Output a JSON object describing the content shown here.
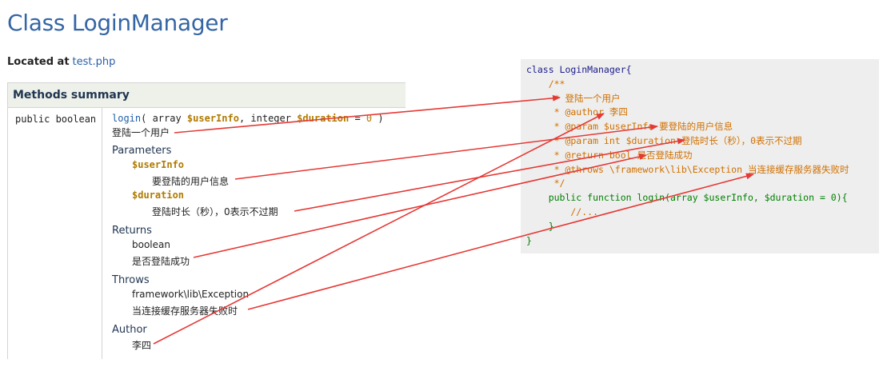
{
  "page": {
    "title": "Class LoginManager",
    "located_label": "Located at",
    "located_link": "test.php"
  },
  "summary": {
    "header": "Methods summary",
    "modifier": "public boolean",
    "signature": {
      "name": "login",
      "open": "( array ",
      "param1": "$userInfo",
      "mid": ", integer ",
      "param2": "$duration",
      "eq": " = ",
      "default": "0",
      "close": " )"
    },
    "description": "登陆一个用户",
    "parameters_label": "Parameters",
    "parameters": [
      {
        "name": "$userInfo",
        "desc": "要登陆的用户信息"
      },
      {
        "name": "$duration",
        "desc": "登陆时长（秒），0表示不过期"
      }
    ],
    "returns_label": "Returns",
    "returns_type": "boolean",
    "returns_desc": "是否登陆成功",
    "throws_label": "Throws",
    "throws_type": "framework\\lib\\Exception",
    "throws_desc": "当连接缓存服务器失败时",
    "author_label": "Author",
    "author": "李四"
  },
  "code": {
    "lines": [
      "class LoginManager{",
      "    /**",
      "     * 登陆一个用户",
      "     * @author 李四",
      "     * @param $userInfo 要登陆的用户信息",
      "     * @param int $duration 登陆时长（秒），0表示不过期",
      "     * @return bool 是否登陆成功",
      "     * @throws \\framework\\lib\\Exception 当连接缓存服务器失败时",
      "     */",
      "    public function login(array $userInfo, $duration = 0){",
      "        //...",
      "    }",
      "}"
    ]
  },
  "colors": {
    "arrow": "#e53935",
    "title": "#3465a4",
    "code_bg": "#eeeeee"
  }
}
